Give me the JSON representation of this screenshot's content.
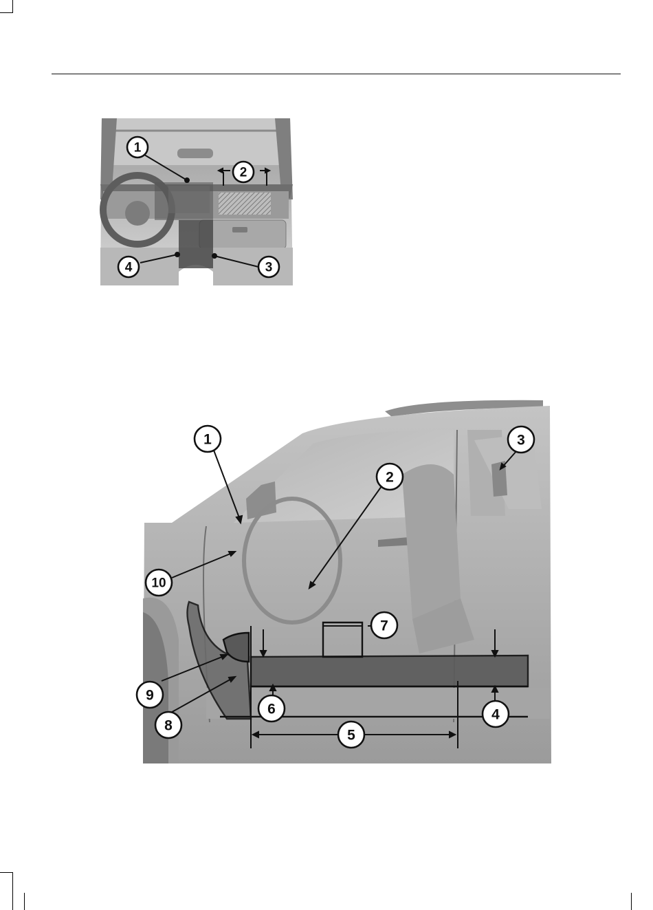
{
  "figure1": {
    "callouts": [
      "1",
      "2",
      "3",
      "4"
    ]
  },
  "figure2": {
    "callouts": [
      "1",
      "2",
      "3",
      "4",
      "5",
      "6",
      "7",
      "8",
      "9",
      "10"
    ]
  },
  "colors": {
    "photo_background": "#a9a9a9",
    "zone_fill": "#555555",
    "callout_fill": "#ffffff",
    "callout_stroke": "#111111",
    "rule": "#111111"
  },
  "icons": [
    "crop-mark",
    "dashboard-photo",
    "vehicle-side-photo"
  ]
}
